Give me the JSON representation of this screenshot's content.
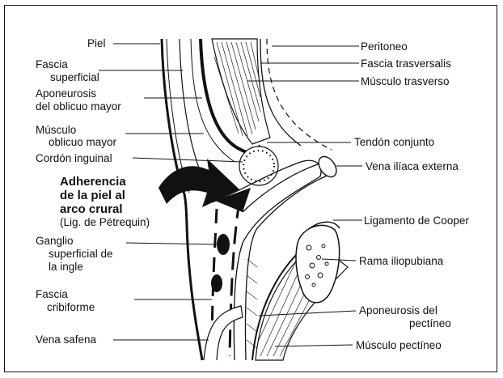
{
  "labels_left": {
    "piel": "Piel",
    "fascia_superficial": [
      "Fascia",
      "superficial"
    ],
    "aponeurosis_oblicuo": [
      "Aponeurosis",
      "del oblicuo mayor"
    ],
    "musculo_oblicuo": [
      "Músculo",
      "oblicuo mayor"
    ],
    "cordon_inguinal": "Cordón inguinal",
    "adherencia": [
      "Adherencia",
      "de la piel al",
      "arco crural"
    ],
    "lig_petrequin": "(Lig. de Pétrequin)",
    "ganglio": [
      "Ganglio",
      "superficial de",
      "la ingle"
    ],
    "fascia_cribiforme": [
      "Fascia",
      "cribiforme"
    ],
    "vena_safena": "Vena safena"
  },
  "labels_right": {
    "peritoneo": "Peritoneo",
    "fascia_trasversalis": "Fascia trasversalis",
    "musculo_trasverso": "Músculo trasverso",
    "tendon_conjunto": "Tendón conjunto",
    "vena_iliaca": "Vena ilíaca externa",
    "ligamento_cooper": "Ligamento de Cooper",
    "rama_iliopubiana": "Rama iliopubiana",
    "aponeurosis_pectineo": [
      "Aponeurosis del",
      "pectíneo"
    ],
    "musculo_pectineo": "Músculo pectíneo"
  }
}
